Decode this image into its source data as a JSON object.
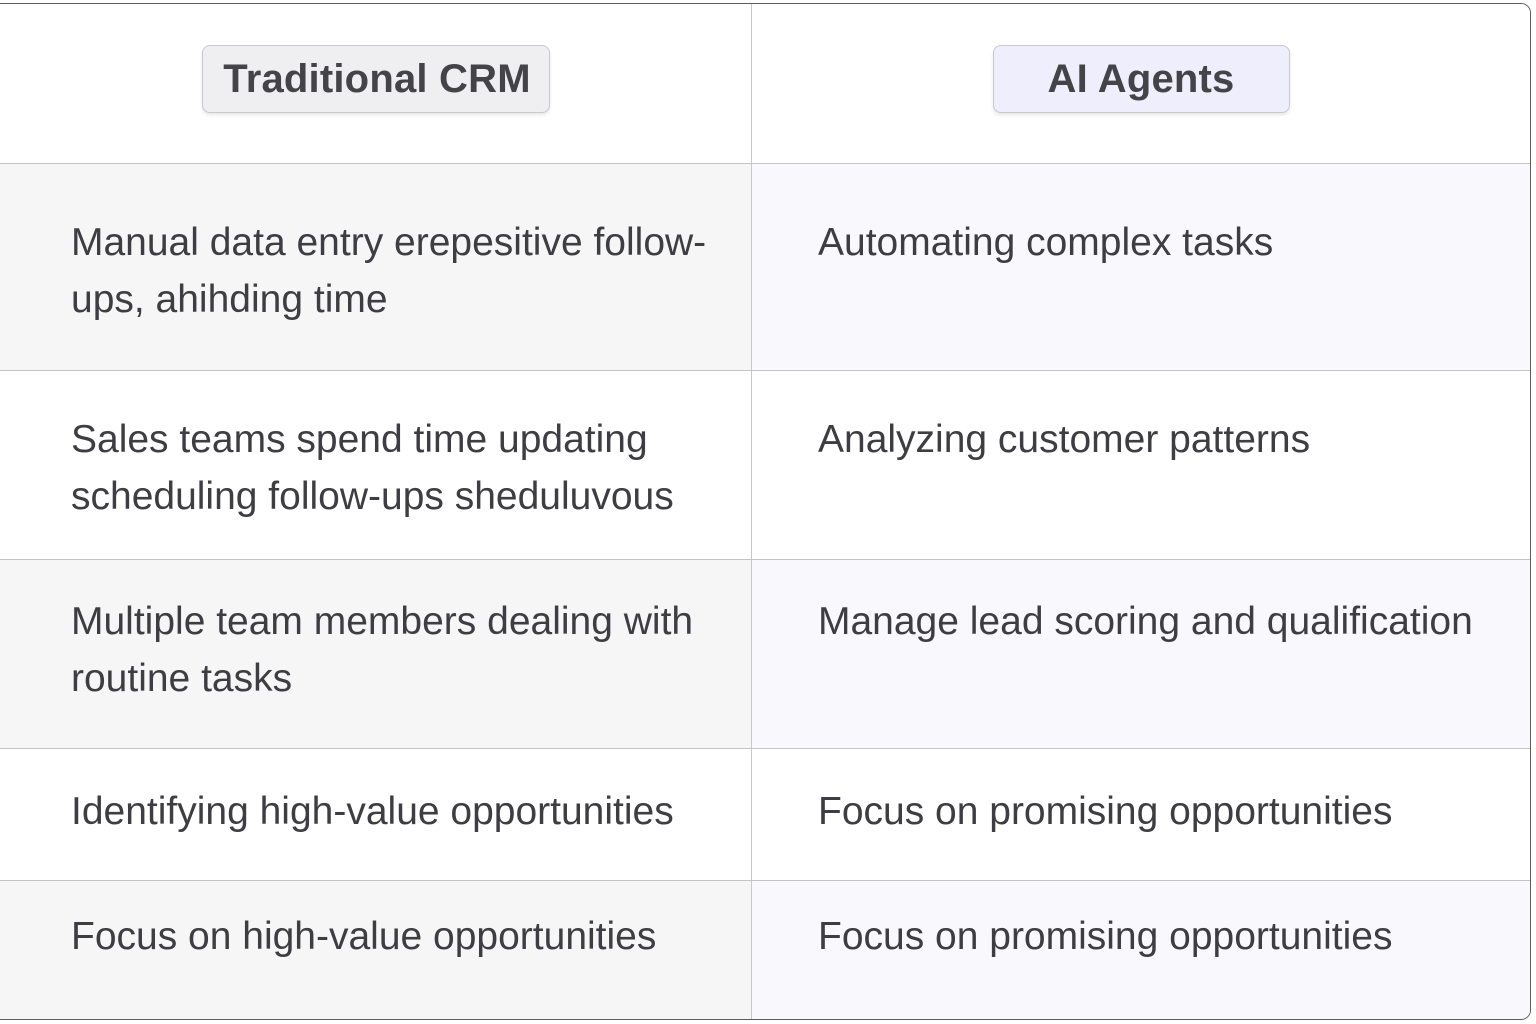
{
  "table": {
    "headers": {
      "left": "Traditional CRM",
      "right": "AI Agents"
    },
    "rows": [
      {
        "traditional_crm": "Manual data entry erepesitive follow-ups, ahihding time",
        "ai_agents": "Automating complex tasks"
      },
      {
        "traditional_crm": "Sales teams spend time updating scheduling follow-ups sheduluvous",
        "ai_agents": "Analyzing customer patterns"
      },
      {
        "traditional_crm": "Multiple team members dealing with routine tasks",
        "ai_agents": "Manage lead scoring and qualification"
      },
      {
        "traditional_crm": "Identifying high-value opportunities",
        "ai_agents": "Focus on promising opportunities"
      },
      {
        "traditional_crm": "Focus on high-value opportunities",
        "ai_agents": "Focus on promising opportunities"
      }
    ]
  },
  "colors": {
    "text": "#3e3e42",
    "header_pill_traditional": "#efeff1",
    "header_pill_ai": "#efeefc",
    "row_shade_left": "#f6f6f7",
    "row_shade_right": "#f9f8fc",
    "grid_line": "#c4c4c8",
    "frame_border": "#5c5c60"
  }
}
